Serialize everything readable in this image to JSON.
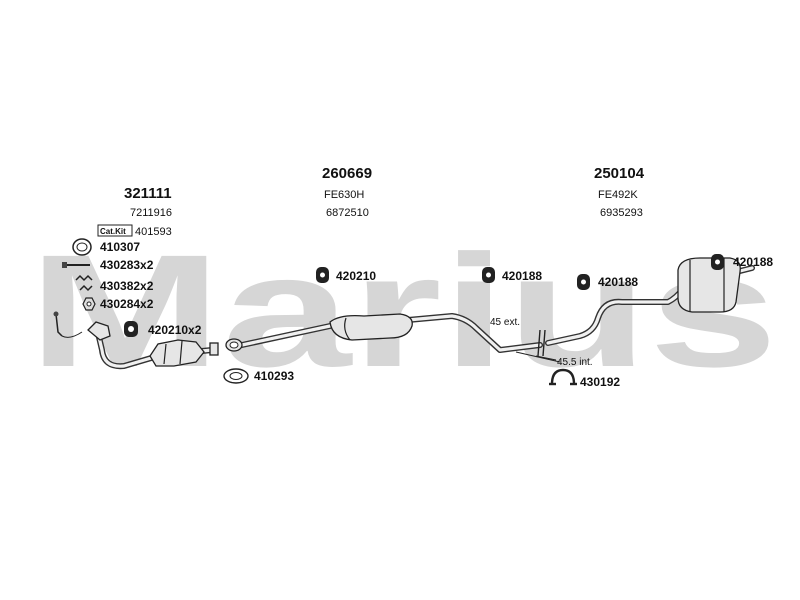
{
  "watermark": "Marius",
  "sections": [
    {
      "part_number": "321111",
      "ref": "7211916"
    },
    {
      "part_number": "260669",
      "oe_code": "FE630H",
      "ref": "6872510"
    },
    {
      "part_number": "250104",
      "oe_code": "FE492K",
      "ref": "6935293"
    }
  ],
  "cat_kit": {
    "badge": "Cat.Kit",
    "number": "401593"
  },
  "accessories": {
    "gasket": "410307",
    "bolts": "430283x2",
    "springs": "430382x2",
    "nuts": "430284x2",
    "rubber_mount_front": "420210x2",
    "flange_gasket": "410293",
    "hanger_middle": "420210",
    "hanger_mid_rear": "420188",
    "hanger_rear_1": "420188",
    "hanger_rear_2": "420188",
    "clamp": "430192"
  },
  "annotations": {
    "ext": "45 ext.",
    "int": "45.5 int."
  }
}
